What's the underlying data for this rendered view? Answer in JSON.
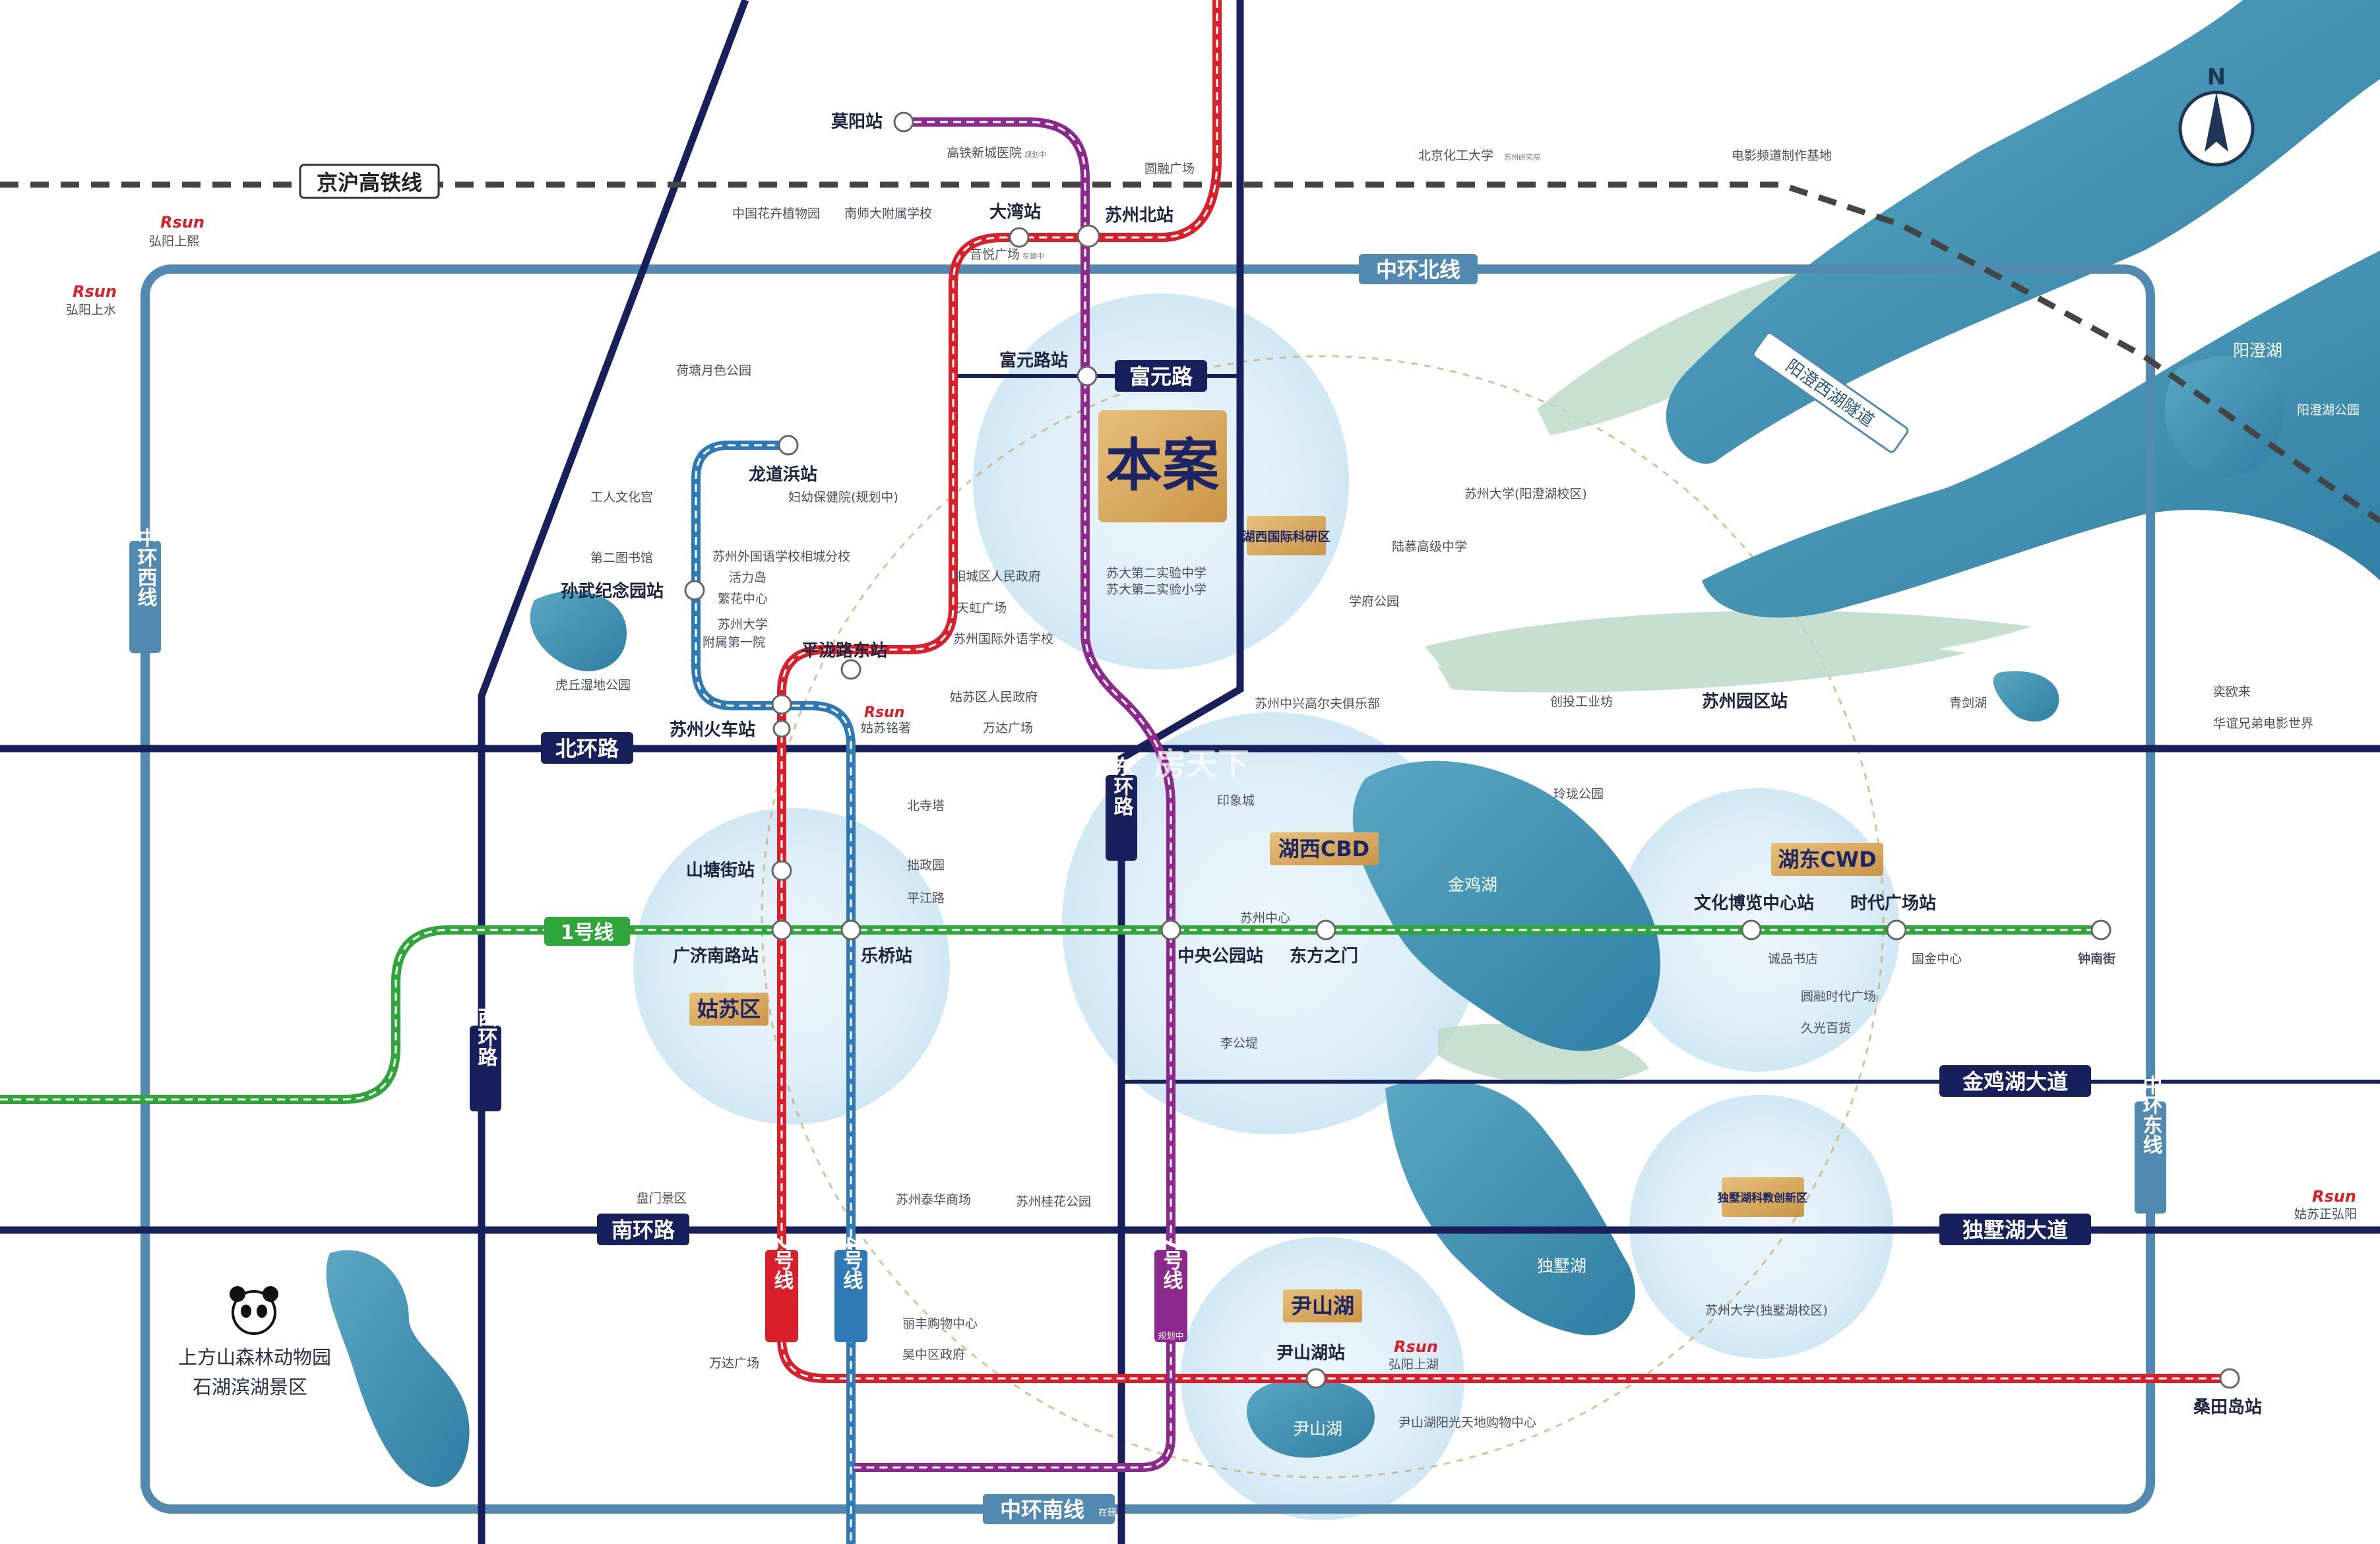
{
  "colors": {
    "background": "#ffffff",
    "water": "#3d8fb0",
    "green_zone": "#b9d8c6",
    "district_circle": "#d9ecf7",
    "navy_road": "#17205b",
    "ring_road": "#5289b0",
    "line1": "#2fa53a",
    "line2": "#d9202a",
    "line4": "#2e79b6",
    "line7": "#8b2a8c",
    "highspeed": "#444444",
    "gold_label": "#d9a85a"
  },
  "compass": {
    "label": "N",
    "icon": "north-arrow-icon"
  },
  "railway": {
    "label": "京沪高铁线"
  },
  "tunnel": {
    "label": "阳澄西湖隧道"
  },
  "ring_roads": {
    "north": "中环北线",
    "west": "中环西线",
    "east": "中环东线",
    "south": "中环南线",
    "south_note": "在建"
  },
  "roads": {
    "beihuan": "北环路",
    "nanhuan": "南环路",
    "xihuan": "西环路",
    "donghuan": "东环路",
    "fuyuan": "富元路",
    "jinjihu": "金鸡湖大道",
    "dushuhu": "独墅湖大道"
  },
  "metro_lines": {
    "line1": "1号线",
    "line2": "2号线",
    "line4": "4号线",
    "line7": "7号线",
    "line7_note": "规划中"
  },
  "project": {
    "label": "本案"
  },
  "districts": {
    "huxi_intl": "湖西国际科研区",
    "huxi_cbd": "湖西CBD",
    "hudong_cwd": "湖东CWD",
    "gusu": "姑苏区",
    "yinshanhu": "尹山湖",
    "dushu_sci": "独墅湖科教创新区"
  },
  "stations": {
    "moyang": "莫阳站",
    "dawan": "大湾站",
    "suzhou_north": "苏州北站",
    "fuyuanlu": "富元路站",
    "longdaobang": "龙道浜站",
    "sunwu": "孙武纪念园站",
    "pinglongludong": "平泷路东站",
    "suzhou_railway": "苏州火车站",
    "shantangjie": "山塘街站",
    "guangjinanlu": "广济南路站",
    "leqiao": "乐桥站",
    "zhongyanggongyuan": "中央公园站",
    "dongfangzhimen": "东方之门",
    "wenhua": "文化博览中心站",
    "shidai": "时代广场站",
    "zhongnanjie": "钟南街",
    "yuanqu": "苏州园区站",
    "yinshanhu_st": "尹山湖站",
    "sangtiandao": "桑田岛站"
  },
  "pois": {
    "gaotie_hosp": "高铁新城医院",
    "gaotie_hosp_note": "规划中",
    "yuanrong": "圆融广场",
    "huahui": "中国花卉植物园",
    "nanshi": "南师大附属学校",
    "yinyue": "音悦广场",
    "yinyue_note": "在建中",
    "hetang": "荷塘月色公园",
    "gongren": "工人文化宫",
    "fuyou": "妇幼保健院(规划中)",
    "ertu": "第二图书馆",
    "waiyu": "苏州外国语学校相城分校",
    "huolidao": "活力岛",
    "fanhua": "繁花中心",
    "sudafuyuan1": "苏州大学",
    "sudafuyuan2": "附属第一院",
    "xiangcheng_gov": "相城区人民政府",
    "tianhong": "天虹广场",
    "guojiwaiyu": "苏州国际外语学校",
    "erzhong": "苏大第二实验中学",
    "erxiao": "苏大第二实验小学",
    "huqiu": "虎丘湿地公园",
    "gusu_gov": "姑苏区人民政府",
    "gusu_ming": "姑苏铭著",
    "wanda1": "万达广场",
    "sonata_xiyang": "苏州中兴高尔夫俱乐部",
    "sudayangcheng": "苏州大学(阳澄湖校区)",
    "lumu": "陆慕高级中学",
    "xuefu": "学府公园",
    "chuangtou": "创投工业坊",
    "qingjian": "青剑湖",
    "beihua": "北京化工大学",
    "beihua_note": "苏州研究院",
    "dianying": "电影频道制作基地",
    "yangchenghu": "阳澄湖",
    "yangchenggy": "阳澄湖公园",
    "yinoulai": "奕欧来",
    "huayi": "华谊兄弟电影世界",
    "beisita": "北寺塔",
    "zhuozheng": "拙政园",
    "pingjiang": "平江路",
    "yinxiang": "印象城",
    "linglong": "玲珑公园",
    "suzhouzhongxin": "苏州中心",
    "jinjihu": "金鸡湖",
    "chengpin": "诚品书店",
    "guojin": "国金中心",
    "yuanrongshidai": "圆融时代广场",
    "jiuguang": "久光百货",
    "ligongdi": "李公堤",
    "panmen": "盘门景区",
    "taihua": "苏州泰华商场",
    "guihua": "苏州桂花公园",
    "dushuhu": "独墅湖",
    "sudadushu": "苏州大学(独墅湖校区)",
    "lifeng": "丽丰购物中心",
    "wuzhong_gov": "吴中区政府",
    "wanda2": "万达广场",
    "hongyang_shangshui": "弘阳上水",
    "hongyang_shangxi": "弘阳上熙",
    "hongyang_shanghu": "弘阳上湖",
    "hongyang_zhengxi": "姑苏正弘阳",
    "rsun": "Rsun",
    "yinshanhu_poi": "尹山湖",
    "yinshanhu_mall": "尹山湖阳光天地购物中心",
    "zoo1": "上方山森林动物园",
    "zoo2": "石湖滨湖景区"
  },
  "watermark": "房天下"
}
